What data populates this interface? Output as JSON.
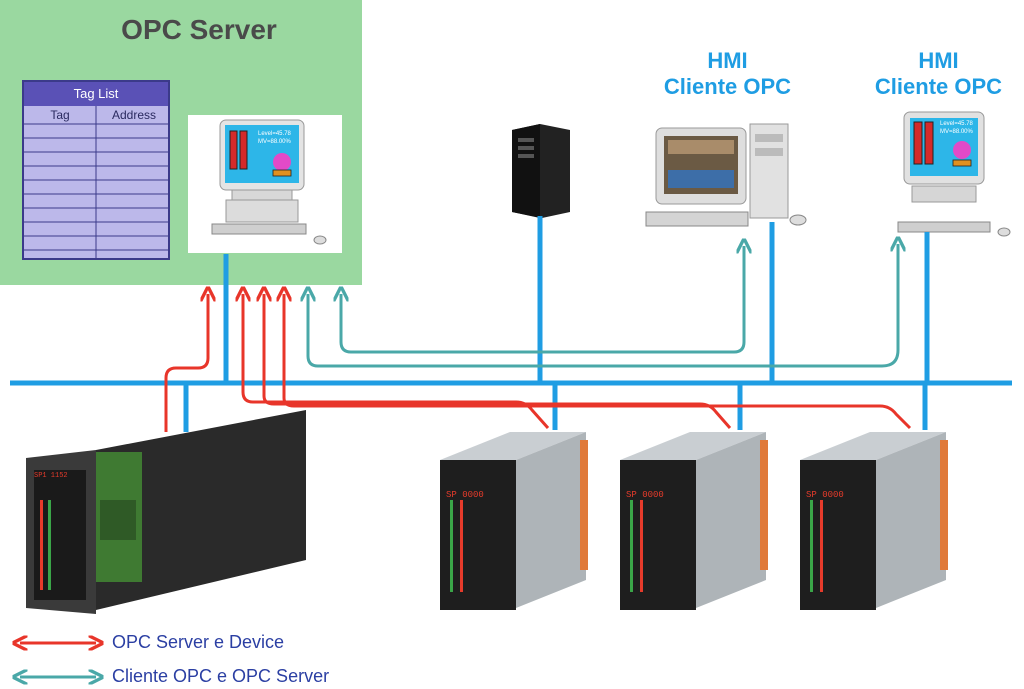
{
  "server": {
    "title": "OPC Server"
  },
  "taglist": {
    "title": "Tag List",
    "col_tag": "Tag",
    "col_address": "Address"
  },
  "server_monitor": {
    "line1": "Level=45.78",
    "line2": "MV=88.00%"
  },
  "client1": {
    "line1": "HMI",
    "line2": "Cliente OPC"
  },
  "client2": {
    "line1": "HMI",
    "line2": "Cliente OPC",
    "screen_line1": "Level=45.78",
    "screen_line2": "MV=88.00%"
  },
  "devices": {
    "big_label": "SP1 1152",
    "small_label": "SP 0000"
  },
  "legend": {
    "item1": "OPC Server e Device",
    "item2": "Cliente OPC e OPC Server",
    "color_server_device": "#e8352a",
    "color_client_server": "#4aa8a8",
    "bus_color": "#1f9de3"
  }
}
